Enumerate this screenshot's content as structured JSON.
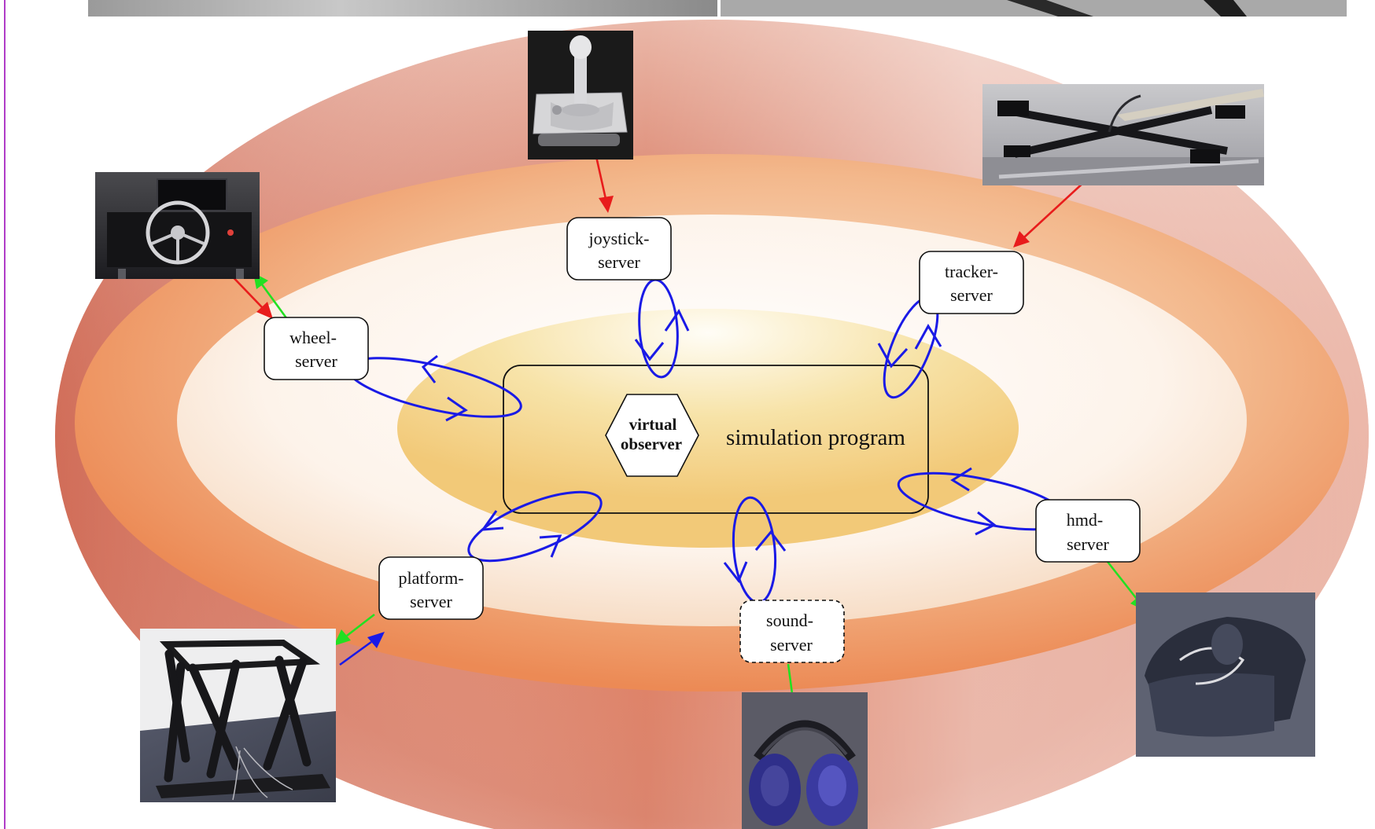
{
  "center": {
    "program_label": "simulation program",
    "observer_line1": "virtual",
    "observer_line2": "observer"
  },
  "servers": {
    "joystick": {
      "line1": "joystick-",
      "line2": "server"
    },
    "tracker": {
      "line1": "tracker-",
      "line2": "server"
    },
    "wheel": {
      "line1": "wheel-",
      "line2": "server"
    },
    "hmd": {
      "line1": "hmd-",
      "line2": "server"
    },
    "platform": {
      "line1": "platform-",
      "line2": "server"
    },
    "sound": {
      "line1": "sound-",
      "line2": "server"
    }
  },
  "devices": [
    {
      "name": "joystick",
      "icon": "joystick-photo"
    },
    {
      "name": "tracker",
      "icon": "ceiling-tracker-photo"
    },
    {
      "name": "steering wheel",
      "icon": "steering-wheel-photo"
    },
    {
      "name": "motion platform",
      "icon": "hexapod-platform-photo"
    },
    {
      "name": "headphones",
      "icon": "headphones-photo"
    },
    {
      "name": "head mounted display",
      "icon": "hmd-photo"
    }
  ],
  "colors": {
    "outer_ring": "#d9826a",
    "middle_ring": "#f2b48a",
    "inner_ring": "#fdf1e4",
    "core": "#f6d98a",
    "loop_blue": "#1a1ae6",
    "input_red": "#e81c1c",
    "output_green": "#22e022",
    "frame_purple": "#b03cc8"
  }
}
